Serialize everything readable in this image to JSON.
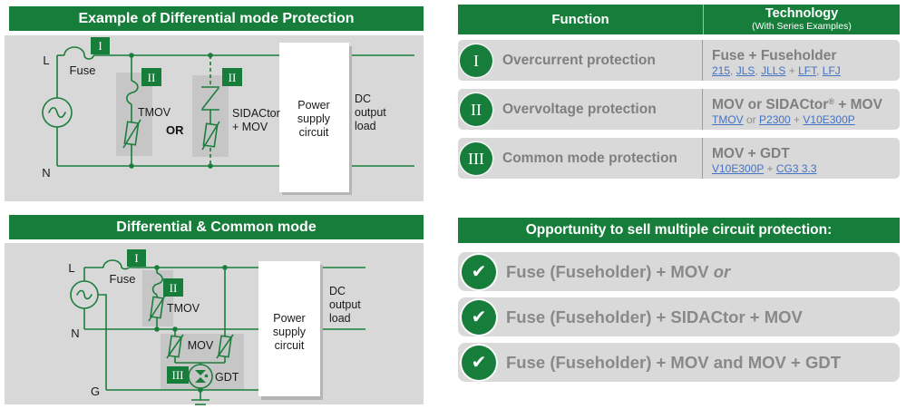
{
  "colors": {
    "green": "#167d3a",
    "panel_gray": "#d8d8d8",
    "row_gray": "#d9d9d9",
    "text_gray": "#7f7f7f",
    "link_blue": "#4472c4",
    "wire_green": "#1b7e3c"
  },
  "diagram1": {
    "title": "Example of Differential mode Protection",
    "labels": {
      "l": "L",
      "n": "N",
      "fuse": "Fuse",
      "badge_fuse": "I",
      "badge_tmov": "II",
      "badge_sidactor": "II",
      "tmov": "TMOV",
      "or": "OR",
      "sidactor_line1": "SIDACtor",
      "sidactor_line2": "+ MOV",
      "psu_line1": "Power",
      "psu_line2": "supply",
      "psu_line3": "circuit",
      "out_line1": "DC",
      "out_line2": "output",
      "out_line3": "load"
    }
  },
  "diagram2": {
    "title": "Differential & Common mode",
    "labels": {
      "l": "L",
      "n": "N",
      "g": "G",
      "fuse": "Fuse",
      "badge_fuse": "I",
      "badge_tmov": "II",
      "badge_gdt": "III",
      "tmov": "TMOV",
      "mov": "MOV",
      "gdt": "GDT",
      "psu_line1": "Power",
      "psu_line2": "supply",
      "psu_line3": "circuit",
      "out_line1": "DC",
      "out_line2": "output",
      "out_line3": "load"
    }
  },
  "table": {
    "header": {
      "function": "Function",
      "technology": "Technology",
      "technology_sub": "(With Series Examples)"
    },
    "rows": [
      {
        "numeral": "I",
        "function": "Overcurrent protection",
        "tech_pre": "Fuse + Fuseholder",
        "tech_sup": "",
        "tech_post": "",
        "segments": [
          {
            "t": "215",
            "link": true
          },
          {
            "t": ", "
          },
          {
            "t": "JLS",
            "link": true
          },
          {
            "t": ", "
          },
          {
            "t": "JLLS",
            "link": true
          },
          {
            "t": " + "
          },
          {
            "t": "LFT",
            "link": true
          },
          {
            "t": ", "
          },
          {
            "t": "LFJ",
            "link": true
          }
        ]
      },
      {
        "numeral": "II",
        "function": "Overvoltage protection",
        "tech_pre": "MOV or SIDACtor",
        "tech_sup": "®",
        "tech_post": " + MOV",
        "segments": [
          {
            "t": "TMOV",
            "link": true
          },
          {
            "t": " or "
          },
          {
            "t": "P2300",
            "link": true
          },
          {
            "t": " + "
          },
          {
            "t": "V10E300P",
            "link": true
          }
        ]
      },
      {
        "numeral": "III",
        "function": "Common mode protection",
        "tech_pre": "MOV + GDT",
        "tech_sup": "",
        "tech_post": "",
        "segments": [
          {
            "t": "V10E300P",
            "link": true
          },
          {
            "t": " + "
          },
          {
            "t": "CG3 3.3",
            "link": true
          }
        ]
      }
    ]
  },
  "opportunity": {
    "title": "Opportunity to sell multiple circuit protection:",
    "check_icon": "✔",
    "items": [
      {
        "prefix": "Fuse (Fuseholder) + MOV ",
        "italic": "or"
      },
      {
        "prefix": "Fuse (Fuseholder) + SIDACtor + MOV",
        "italic": ""
      },
      {
        "prefix": "Fuse (Fuseholder) + MOV and MOV + GDT",
        "italic": ""
      }
    ]
  }
}
